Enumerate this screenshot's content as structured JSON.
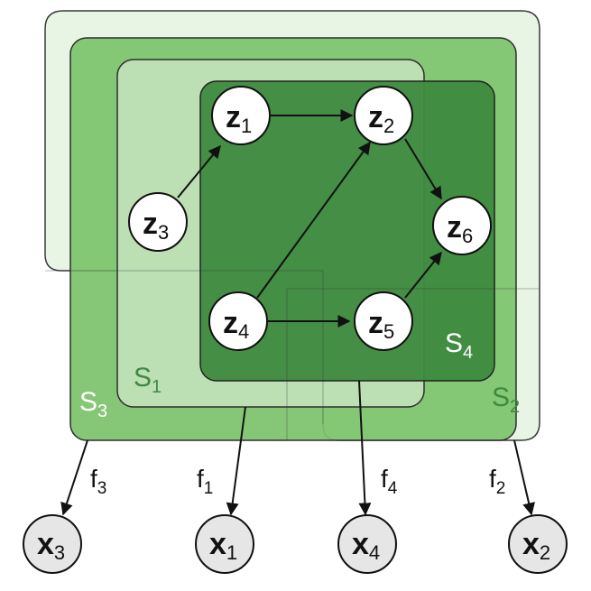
{
  "colors": {
    "s2_fill": "#e8f4e4",
    "s3_fill": "#7cc36c",
    "s1_fill": "#c4e3bc",
    "s4_fill": "#3e8a41",
    "set_label_light": "#ffffff",
    "set_label_dark": "#3e8a41",
    "latent_fill": "#ffffff",
    "observed_fill": "#e6e6e6"
  },
  "latent_nodes": [
    {
      "id": "z1",
      "base": "z",
      "sub": "1"
    },
    {
      "id": "z2",
      "base": "z",
      "sub": "2"
    },
    {
      "id": "z3",
      "base": "z",
      "sub": "3"
    },
    {
      "id": "z4",
      "base": "z",
      "sub": "4"
    },
    {
      "id": "z5",
      "base": "z",
      "sub": "5"
    },
    {
      "id": "z6",
      "base": "z",
      "sub": "6"
    }
  ],
  "observed_nodes": [
    {
      "id": "x3",
      "base": "x",
      "sub": "3"
    },
    {
      "id": "x1",
      "base": "x",
      "sub": "1"
    },
    {
      "id": "x4",
      "base": "x",
      "sub": "4"
    },
    {
      "id": "x2",
      "base": "x",
      "sub": "2"
    }
  ],
  "sets": [
    {
      "id": "S2",
      "base": "S",
      "sub": "2"
    },
    {
      "id": "S3",
      "base": "S",
      "sub": "3"
    },
    {
      "id": "S1",
      "base": "S",
      "sub": "1"
    },
    {
      "id": "S4",
      "base": "S",
      "sub": "4"
    }
  ],
  "functions": [
    {
      "id": "f3",
      "base": "f",
      "sub": "3"
    },
    {
      "id": "f1",
      "base": "f",
      "sub": "1"
    },
    {
      "id": "f4",
      "base": "f",
      "sub": "4"
    },
    {
      "id": "f2",
      "base": "f",
      "sub": "2"
    }
  ],
  "edges": [
    {
      "from": "z1",
      "to": "z2"
    },
    {
      "from": "z3",
      "to": "z1"
    },
    {
      "from": "z4",
      "to": "z2"
    },
    {
      "from": "z2",
      "to": "z6"
    },
    {
      "from": "z4",
      "to": "z5"
    },
    {
      "from": "z5",
      "to": "z6"
    }
  ]
}
